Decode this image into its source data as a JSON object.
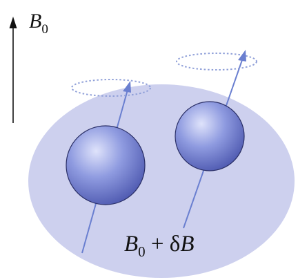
{
  "labels": {
    "field_symbol": "B",
    "field_subscript": "0",
    "local_field_base": "B",
    "local_field_subscript": "0",
    "local_field_delta": " + δ",
    "local_field_delta_symbol": "B"
  },
  "colors": {
    "region_fill": "#cdd0ee",
    "sphere_light": "#cfd5f7",
    "sphere_mid": "#7d8bd9",
    "sphere_dark": "#4450a8",
    "spin_arrow": "#6a7fd0",
    "precession_ring": "#8f9fd8",
    "field_arrow": "#111111"
  }
}
